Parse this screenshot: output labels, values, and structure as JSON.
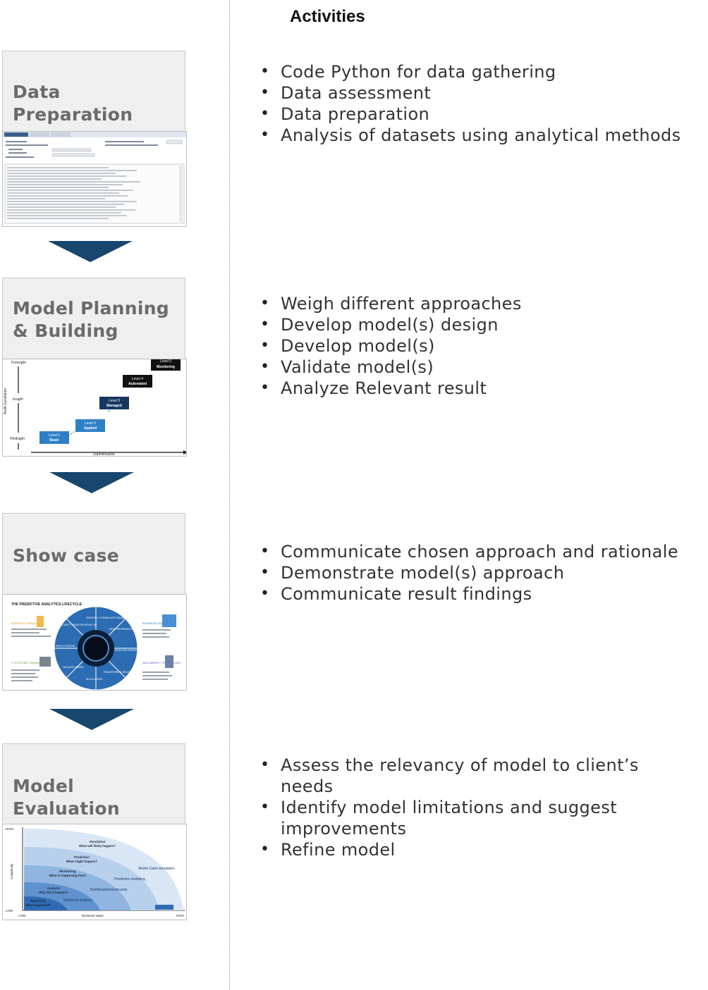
{
  "header": {
    "title": "Activities"
  },
  "stages": [
    {
      "title": "Data Preparation",
      "activities": [
        "Code Python for data gathering",
        "Data assessment",
        "Data preparation",
        "Analysis of datasets using analytical methods"
      ]
    },
    {
      "title": "Model Planning & Building",
      "activities": [
        "Weigh different approaches",
        "Develop model(s) design",
        "Develop model(s)",
        "Validate model(s)",
        "Analyze Relevant result"
      ]
    },
    {
      "title": "Show case",
      "activities": [
        "Communicate chosen approach and rationale",
        "Demonstrate model(s) approach",
        "Communicate result findings"
      ]
    },
    {
      "title": "Model Evaluation",
      "activities": [
        "Assess the relevancy of model to client’s needs",
        "Identify model limitations and suggest improvements",
        "Refine model"
      ]
    }
  ],
  "thumb_maturity": {
    "y_top": "Foresight",
    "y_mid": "Insight",
    "y_bottom": "Hindsight",
    "y_axis": "Audit Correlation",
    "x_axis": "Sophistication",
    "levels": [
      {
        "level": "Level 1",
        "name": "Basic"
      },
      {
        "level": "Level 2",
        "name": "Applied"
      },
      {
        "level": "Level 3",
        "name": "Managed"
      },
      {
        "level": "Level 4",
        "name": "Automated"
      },
      {
        "level": "Level 5",
        "name": "Monitoring"
      }
    ]
  },
  "thumb_lifecycle": {
    "title": "THE PREDICTIVE ANALYTICS LIFECYCLE",
    "roles": [
      "BUSINESS MANAGER",
      "BUSINESS ANALYST",
      "IT SYSTEMS / MANAGEMENT",
      "DATA MINER / STATISTICIAN"
    ],
    "segments": [
      "IDENTIFY / FORMULATE PROBLEM",
      "DATA PREPARATION",
      "DATA EXPLORATION",
      "TRANSFORM & SELECT",
      "BUILD MODEL",
      "VALIDATE MODEL",
      "DEPLOY MODEL",
      "EVALUATE / MONITOR RESULTS"
    ]
  },
  "thumb_analytics": {
    "y_high": "HIGH",
    "y_low": "LOW",
    "y_axis": "Complexity",
    "x_low": "LOW",
    "x_high": "HIGH",
    "x_axis": "Business Value",
    "arcs": [
      {
        "label": "Reporting",
        "question": "What happened?",
        "method": "Statistical analysis"
      },
      {
        "label": "Analysis",
        "question": "Why did it happen?",
        "method": "Dashboards/scorecards"
      },
      {
        "label": "Monitoring",
        "question": "What is happening now?",
        "method": "Predictive modeling"
      },
      {
        "label": "Prediction",
        "question": "What might happen?",
        "method": "Monte Carlo simulation"
      },
      {
        "label": "Simulation",
        "question": "What will likely happen?",
        "method": ""
      }
    ]
  },
  "colors": {
    "arrow": "#17466f",
    "level_box": "#2f7fc6",
    "title_gray": "#6b6b6b"
  }
}
